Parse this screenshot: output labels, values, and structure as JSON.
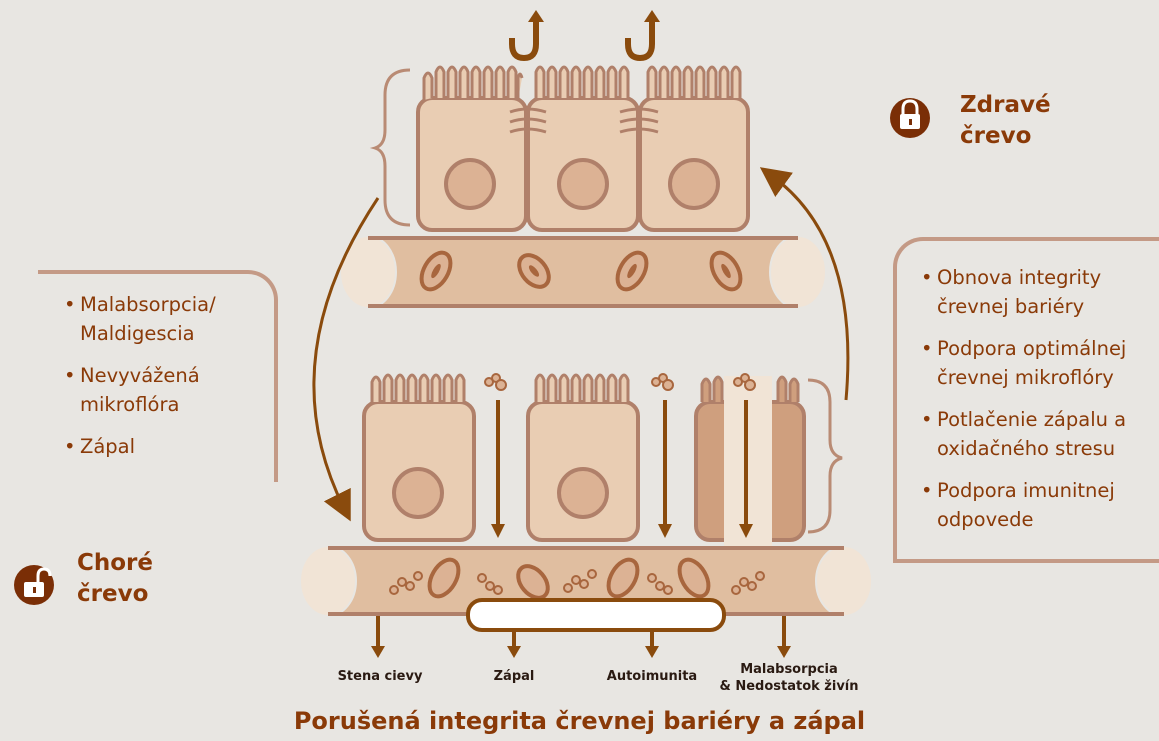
{
  "healthy": {
    "title_line1": "Zdravé",
    "title_line2": "črevo",
    "icon": "lock-closed-icon"
  },
  "sick": {
    "title_line1": "Choré",
    "title_line2": "črevo",
    "icon": "lock-open-icon"
  },
  "left_box": {
    "items": [
      "Malabsorpcia/ Maldigescia",
      "Nevyvážená mikroflóra",
      "Zápal"
    ]
  },
  "right_box": {
    "items": [
      "Obnova integrity črevnej bariéry",
      "Podpora optimálnej črevnej mikroflóry",
      "Potlačenie zápalu a oxidačného stresu",
      "Podpora imunitnej odpovede"
    ]
  },
  "consequences": {
    "c1": "Stena cievy",
    "c2": "Zápal",
    "c3": "Autoimunita",
    "c4_line1": "Malabsorpcia",
    "c4_line2": "& Nedostatok živín"
  },
  "bottom_title": "Porušená integrita črevnej bariéry a zápal",
  "colors": {
    "background": "#e8e6e2",
    "cell_fill": "#e9cdb3",
    "cell_outline": "#b0806a",
    "arrow": "#8a4b0d",
    "text_dark": "#8a3a08",
    "box_border": "#c49a86"
  }
}
